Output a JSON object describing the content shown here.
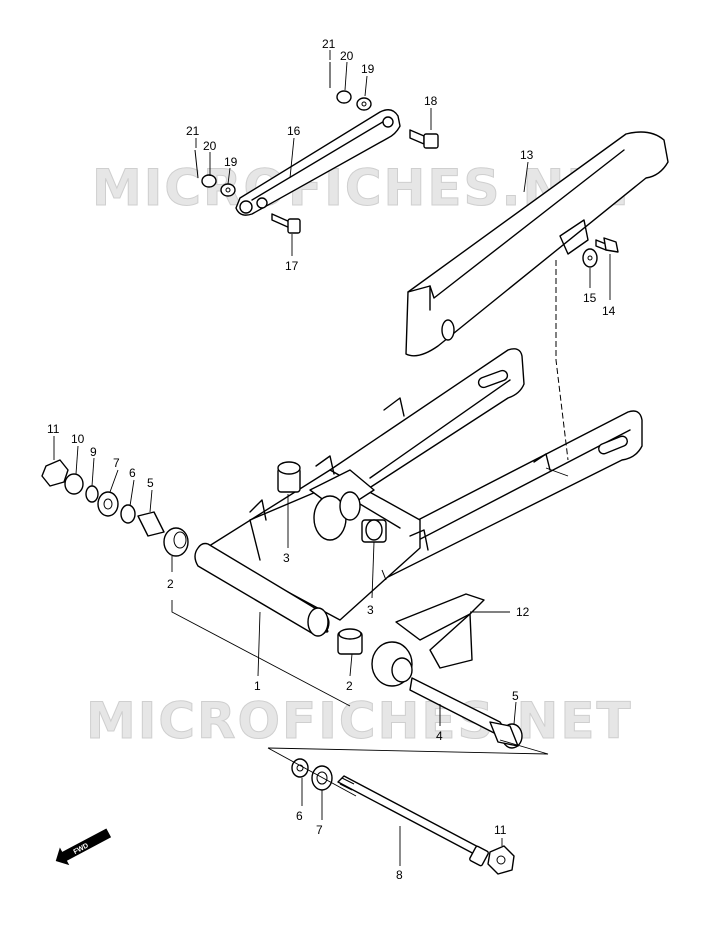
{
  "watermark": "MICROFICHES.NET",
  "fwd_label": "FWD",
  "parts": [
    {
      "id": "p21a",
      "label": "21"
    },
    {
      "id": "p20a",
      "label": "20"
    },
    {
      "id": "p19a",
      "label": "19"
    },
    {
      "id": "p18",
      "label": "18"
    },
    {
      "id": "p16",
      "label": "16"
    },
    {
      "id": "p21b",
      "label": "21"
    },
    {
      "id": "p20b",
      "label": "20"
    },
    {
      "id": "p19b",
      "label": "19"
    },
    {
      "id": "p17",
      "label": "17"
    },
    {
      "id": "p13",
      "label": "13"
    },
    {
      "id": "p15",
      "label": "15"
    },
    {
      "id": "p14",
      "label": "14"
    },
    {
      "id": "p11a",
      "label": "11"
    },
    {
      "id": "p10",
      "label": "10"
    },
    {
      "id": "p9",
      "label": "9"
    },
    {
      "id": "p7a",
      "label": "7"
    },
    {
      "id": "p6a",
      "label": "6"
    },
    {
      "id": "p5a",
      "label": "5"
    },
    {
      "id": "p3a",
      "label": "3"
    },
    {
      "id": "p2a",
      "label": "2"
    },
    {
      "id": "p3b",
      "label": "3"
    },
    {
      "id": "p12",
      "label": "12"
    },
    {
      "id": "p1",
      "label": "1"
    },
    {
      "id": "p2b",
      "label": "2"
    },
    {
      "id": "p5b",
      "label": "5"
    },
    {
      "id": "p4",
      "label": "4"
    },
    {
      "id": "p6b",
      "label": "6"
    },
    {
      "id": "p7b",
      "label": "7"
    },
    {
      "id": "p11b",
      "label": "11"
    },
    {
      "id": "p8",
      "label": "8"
    }
  ]
}
